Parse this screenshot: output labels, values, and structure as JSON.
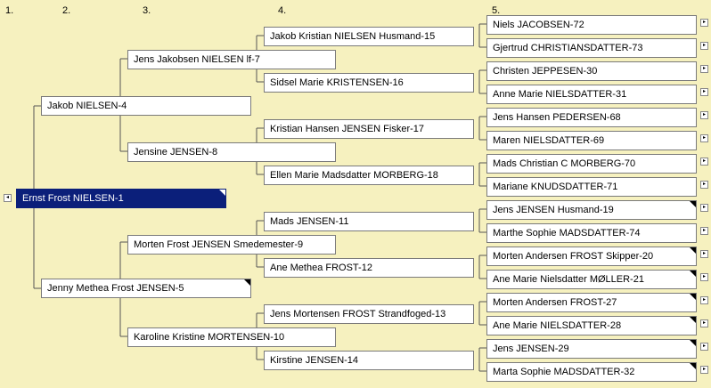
{
  "generations": [
    "1.",
    "2.",
    "3.",
    "4.",
    "5."
  ],
  "gen1": {
    "name": "Ernst Frost NIELSEN-1"
  },
  "gen2": [
    {
      "name": "Jakob NIELSEN-4"
    },
    {
      "name": "Jenny Methea Frost JENSEN-5"
    }
  ],
  "gen3": [
    {
      "name": "Jens Jakobsen NIELSEN lf-7"
    },
    {
      "name": "Jensine JENSEN-8"
    },
    {
      "name": "Morten Frost JENSEN Smedemester-9"
    },
    {
      "name": "Karoline Kristine MORTENSEN-10"
    }
  ],
  "gen4": [
    {
      "name": "Jakob Kristian NIELSEN Husmand-15"
    },
    {
      "name": "Sidsel Marie KRISTENSEN-16"
    },
    {
      "name": "Kristian Hansen JENSEN Fisker-17"
    },
    {
      "name": "Ellen Marie Madsdatter MORBERG-18"
    },
    {
      "name": "Mads JENSEN-11"
    },
    {
      "name": "Ane Methea FROST-12"
    },
    {
      "name": "Jens Mortensen FROST Strandfoged-13"
    },
    {
      "name": "Kirstine JENSEN-14"
    }
  ],
  "gen5": [
    {
      "name": "Niels JACOBSEN-72"
    },
    {
      "name": "Gjertrud CHRISTIANSDATTER-73"
    },
    {
      "name": "Christen JEPPESEN-30"
    },
    {
      "name": "Anne Marie NIELSDATTER-31"
    },
    {
      "name": "Jens Hansen PEDERSEN-68"
    },
    {
      "name": "Maren NIELSDATTER-69"
    },
    {
      "name": "Mads Christian C MORBERG-70"
    },
    {
      "name": "Mariane KNUDSDATTER-71"
    },
    {
      "name": "Jens JENSEN Husmand-19"
    },
    {
      "name": "Marthe Sophie MADSDATTER-74"
    },
    {
      "name": "Morten Andersen FROST Skipper-20"
    },
    {
      "name": "Ane Marie Nielsdatter MØLLER-21"
    },
    {
      "name": "Morten Andersen FROST-27"
    },
    {
      "name": "Ane Marie NIELSDATTER-28"
    },
    {
      "name": "Jens JENSEN-29"
    },
    {
      "name": "Marta Sophie MADSDATTER-32"
    }
  ],
  "colors": {
    "background": "#f6f1bf",
    "selected": "#0b1f7a",
    "box": "#ffffff"
  },
  "icons": {
    "nav": "arrow-left-icon",
    "flag": "corner-flag-icon"
  }
}
